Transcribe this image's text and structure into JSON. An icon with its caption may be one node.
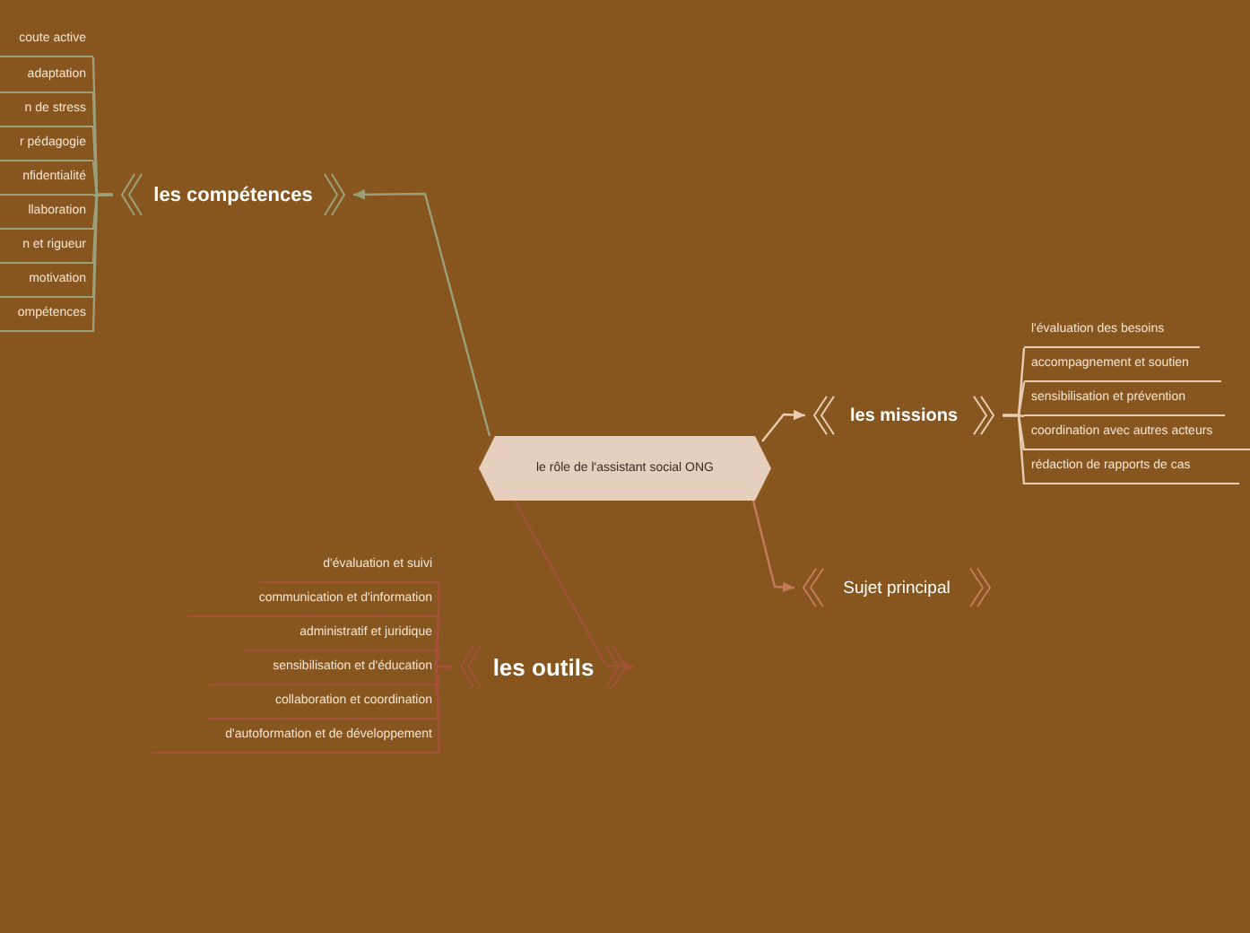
{
  "diagram": {
    "nodes": [
      {
        "text": [
          "le rôle de l'assistant social ONG"
        ]
      },
      {
        "text": [
          "les compétences"
        ]
      },
      {
        "text": [
          "coute active"
        ]
      },
      {
        "text": [
          "adaptation"
        ]
      },
      {
        "text": [
          "n de stress"
        ]
      },
      {
        "text": [
          "r pédagogie"
        ]
      },
      {
        "text": [
          "nfidentialité"
        ]
      },
      {
        "text": [
          "llaboration"
        ]
      },
      {
        "text": [
          "n et rigueur"
        ]
      },
      {
        "text": [
          "motivation"
        ]
      },
      {
        "text": [
          "ompétences"
        ]
      },
      {
        "text": [
          "les missions"
        ]
      },
      {
        "text": [
          "l'évaluation des besoins"
        ]
      },
      {
        "text": [
          "accompagnement et soutien"
        ]
      },
      {
        "text": [
          "sensibilisation et prévention"
        ]
      },
      {
        "text": [
          "coordination avec autres acteurs"
        ]
      },
      {
        "text": [
          "rédaction de rapports de cas"
        ]
      },
      {
        "text": [
          "Sujet principal"
        ]
      },
      {
        "text": [
          "les outils"
        ]
      },
      {
        "text": [
          "d'évaluation  et suivi"
        ]
      },
      {
        "text": [
          "communication et d'information"
        ]
      },
      {
        "text": [
          "administratif et juridique"
        ]
      },
      {
        "text": [
          "sensibilisation et d'éducation"
        ]
      },
      {
        "text": [
          "collaboration et coordination"
        ]
      },
      {
        "text": [
          "d'autoformation et de développement"
        ]
      }
    ],
    "edges": [
      {
        "from": 0,
        "to": 1,
        "arrow": "to"
      },
      {
        "from": 1,
        "to": 2,
        "arrow": "none"
      },
      {
        "from": 1,
        "to": 3,
        "arrow": "none"
      },
      {
        "from": 1,
        "to": 4,
        "arrow": "none"
      },
      {
        "from": 1,
        "to": 5,
        "arrow": "none"
      },
      {
        "from": 1,
        "to": 6,
        "arrow": "none"
      },
      {
        "from": 1,
        "to": 7,
        "arrow": "none"
      },
      {
        "from": 1,
        "to": 8,
        "arrow": "none"
      },
      {
        "from": 1,
        "to": 9,
        "arrow": "none"
      },
      {
        "from": 1,
        "to": 10,
        "arrow": "none"
      },
      {
        "from": 0,
        "to": 11,
        "arrow": "to",
        "color": "#e8cdb4"
      },
      {
        "from": 11,
        "to": 12,
        "arrow": "none",
        "color": "#e8cdb4"
      },
      {
        "from": 11,
        "to": 13,
        "arrow": "none",
        "color": "#e8cdb4"
      },
      {
        "from": 11,
        "to": 14,
        "arrow": "none",
        "color": "#e8cdb4"
      },
      {
        "from": 11,
        "to": 15,
        "arrow": "none",
        "color": "#e8cdb4"
      },
      {
        "from": 11,
        "to": 16,
        "arrow": "none",
        "color": "#e8cdb4"
      },
      {
        "from": 0,
        "to": 17,
        "arrow": "to",
        "color": "#c77a58"
      },
      {
        "from": 0,
        "to": 18,
        "arrow": "to",
        "color": "#a4503a"
      },
      {
        "from": 18,
        "to": 19,
        "arrow": "none",
        "color": "#a4503a"
      },
      {
        "from": 18,
        "to": 20,
        "arrow": "none",
        "color": "#a4503a"
      },
      {
        "from": 18,
        "to": 21,
        "arrow": "none",
        "color": "#a4503a"
      },
      {
        "from": 18,
        "to": 22,
        "arrow": "none",
        "color": "#a4503a"
      },
      {
        "from": 18,
        "to": 23,
        "arrow": "none",
        "color": "#a4503a"
      },
      {
        "from": 18,
        "to": 24,
        "arrow": "none",
        "color": "#a4503a"
      }
    ]
  }
}
